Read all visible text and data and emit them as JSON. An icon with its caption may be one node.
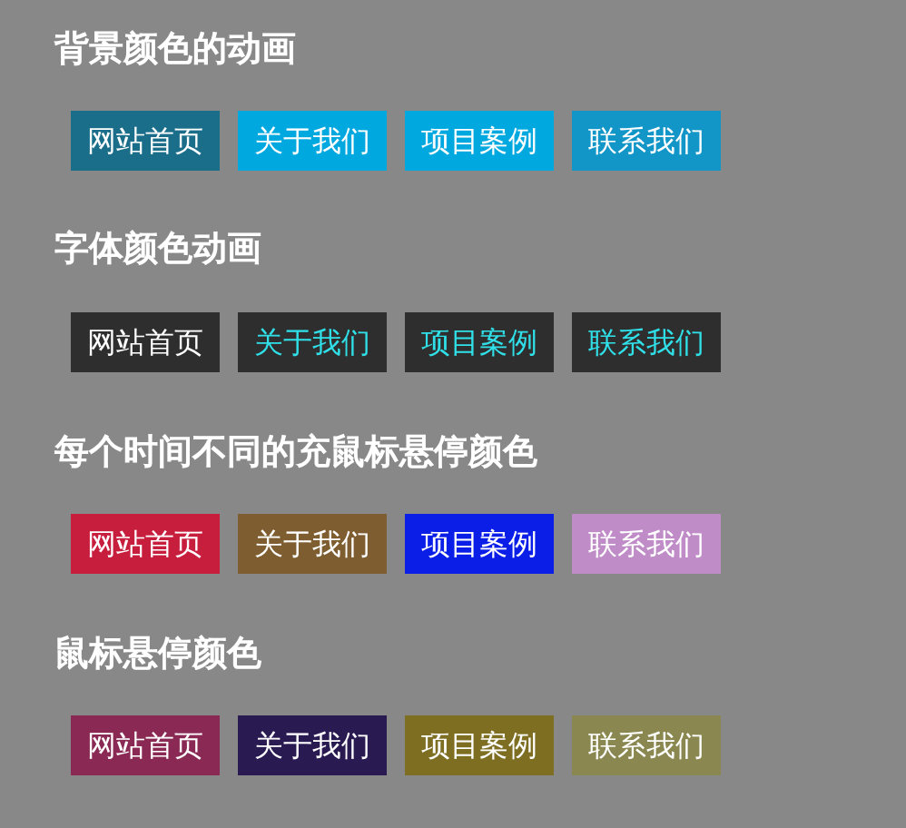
{
  "diagram": {
    "nodes": [
      {
        "text": [
          "网站首页"
        ]
      },
      {
        "text": [
          "关于我们"
        ]
      },
      {
        "text": [
          "项目案例"
        ]
      },
      {
        "text": [
          "联系我们"
        ]
      },
      {
        "text": [
          "网站首页"
        ]
      },
      {
        "text": [
          "关于我们"
        ]
      },
      {
        "text": [
          "项目案例"
        ]
      },
      {
        "text": [
          "联系我们"
        ]
      },
      {
        "text": [
          "网站首页"
        ]
      },
      {
        "text": [
          "关于我们"
        ]
      },
      {
        "text": [
          "项目案例"
        ]
      },
      {
        "text": [
          "联系我们"
        ]
      },
      {
        "text": [
          "网站首页"
        ]
      },
      {
        "text": [
          "关于我们"
        ]
      },
      {
        "text": [
          "项目案例"
        ]
      },
      {
        "text": [
          "联系我们"
        ]
      }
    ],
    "labels": [
      "背景颜色的动画",
      "字体颜色动画",
      "每个时间不同的充鼠标悬停颜色",
      "鼠标悬停颜色"
    ]
  }
}
